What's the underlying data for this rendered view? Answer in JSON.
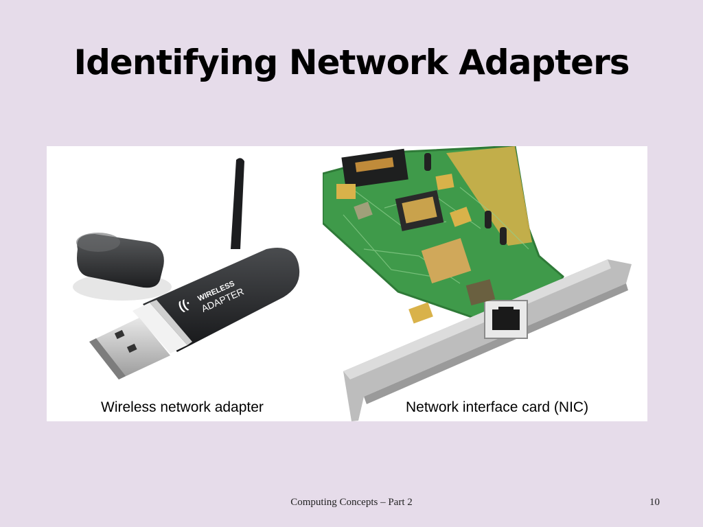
{
  "slide": {
    "title": "Identifying Network Adapters",
    "images": [
      {
        "icon": "wireless-usb-adapter-photo",
        "caption": "Wireless network adapter",
        "printed_text": "WIRELESS ADAPTER"
      },
      {
        "icon": "network-interface-card-photo",
        "caption": "Network interface card (NIC)"
      }
    ],
    "footer": "Computing Concepts – Part 2",
    "page_number": "10"
  },
  "colors": {
    "background": "#e6dcea",
    "pcb_green": "#3f9a4a",
    "usb_body": "#2b2d2f"
  }
}
